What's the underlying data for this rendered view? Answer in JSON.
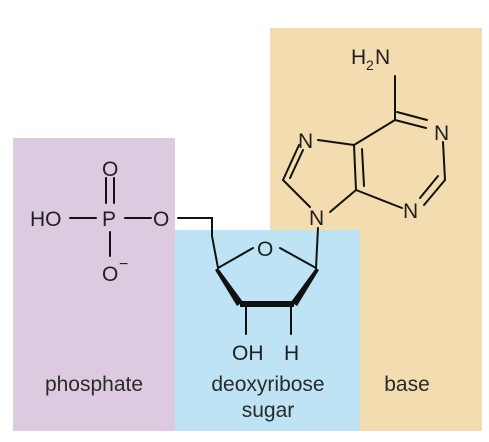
{
  "colors": {
    "phosphate": "#dccbe0",
    "sugar": "#bde3f5",
    "base": "#f3ddb0",
    "ink": "#1f1f1f"
  },
  "regions": {
    "phosphate": "phosphate",
    "sugar_line1": "deoxyribose",
    "sugar_line2": "sugar",
    "base": "base"
  },
  "atoms": {
    "ho": "HO",
    "p": "P",
    "o": "O",
    "o_minus": "O",
    "minus": "−",
    "ring_o": "O",
    "oh": "OH",
    "h": "H",
    "h2n_h": "H",
    "h2n_2": "2",
    "h2n_n": "N",
    "n": "N"
  }
}
